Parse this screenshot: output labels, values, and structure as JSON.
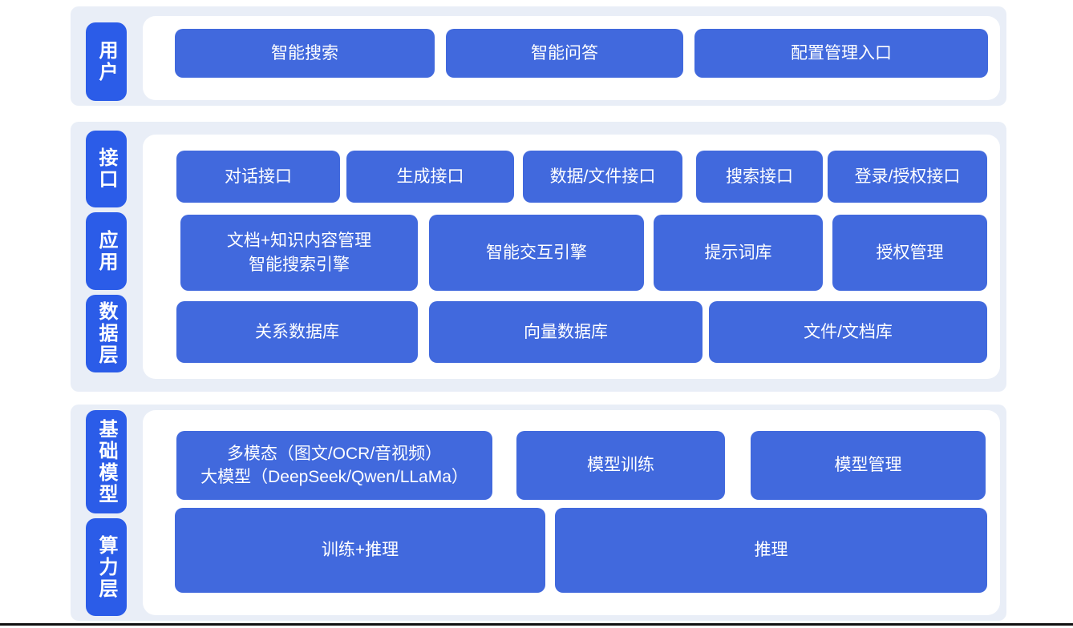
{
  "colors": {
    "layer_label_blue": "#2b5ce8",
    "box_blue": "#4169dd",
    "section_background": "#e9eef7",
    "panel_background": "#ffffff",
    "box_text": "#ffffff",
    "bottom_rule": "#111111"
  },
  "sections": [
    {
      "name": "user-layer",
      "labels": [
        "用户"
      ],
      "rows": [
        {
          "boxes": [
            {
              "lines": [
                "智能搜索"
              ]
            },
            {
              "lines": [
                "智能问答"
              ]
            },
            {
              "lines": [
                "配置管理入口"
              ]
            }
          ]
        }
      ]
    },
    {
      "name": "interface-application-data-layer",
      "labels": [
        "接口",
        "应用",
        "数据层"
      ],
      "rows": [
        {
          "boxes": [
            {
              "lines": [
                "对话接口"
              ]
            },
            {
              "lines": [
                "生成接口"
              ]
            },
            {
              "lines": [
                "数据/文件接口"
              ]
            },
            {
              "lines": [
                "搜索接口"
              ]
            },
            {
              "lines": [
                "登录/授权接口"
              ]
            }
          ]
        },
        {
          "boxes": [
            {
              "lines": [
                "文档+知识内容管理",
                "智能搜索引擎"
              ]
            },
            {
              "lines": [
                "智能交互引擎"
              ]
            },
            {
              "lines": [
                "提示词库"
              ]
            },
            {
              "lines": [
                "授权管理"
              ]
            }
          ]
        },
        {
          "boxes": [
            {
              "lines": [
                "关系数据库"
              ]
            },
            {
              "lines": [
                "向量数据库"
              ]
            },
            {
              "lines": [
                "文件/文档库"
              ]
            }
          ]
        }
      ]
    },
    {
      "name": "foundation-model-compute-layer",
      "labels": [
        "基础模型",
        "算力层"
      ],
      "rows": [
        {
          "boxes": [
            {
              "lines": [
                "多模态（图文/OCR/音视频）",
                "大模型（DeepSeek/Qwen/LLaMa）"
              ]
            },
            {
              "lines": [
                "模型训练"
              ]
            },
            {
              "lines": [
                "模型管理"
              ]
            }
          ]
        },
        {
          "boxes": [
            {
              "lines": [
                "训练+推理"
              ]
            },
            {
              "lines": [
                "推理"
              ]
            }
          ]
        }
      ]
    }
  ]
}
